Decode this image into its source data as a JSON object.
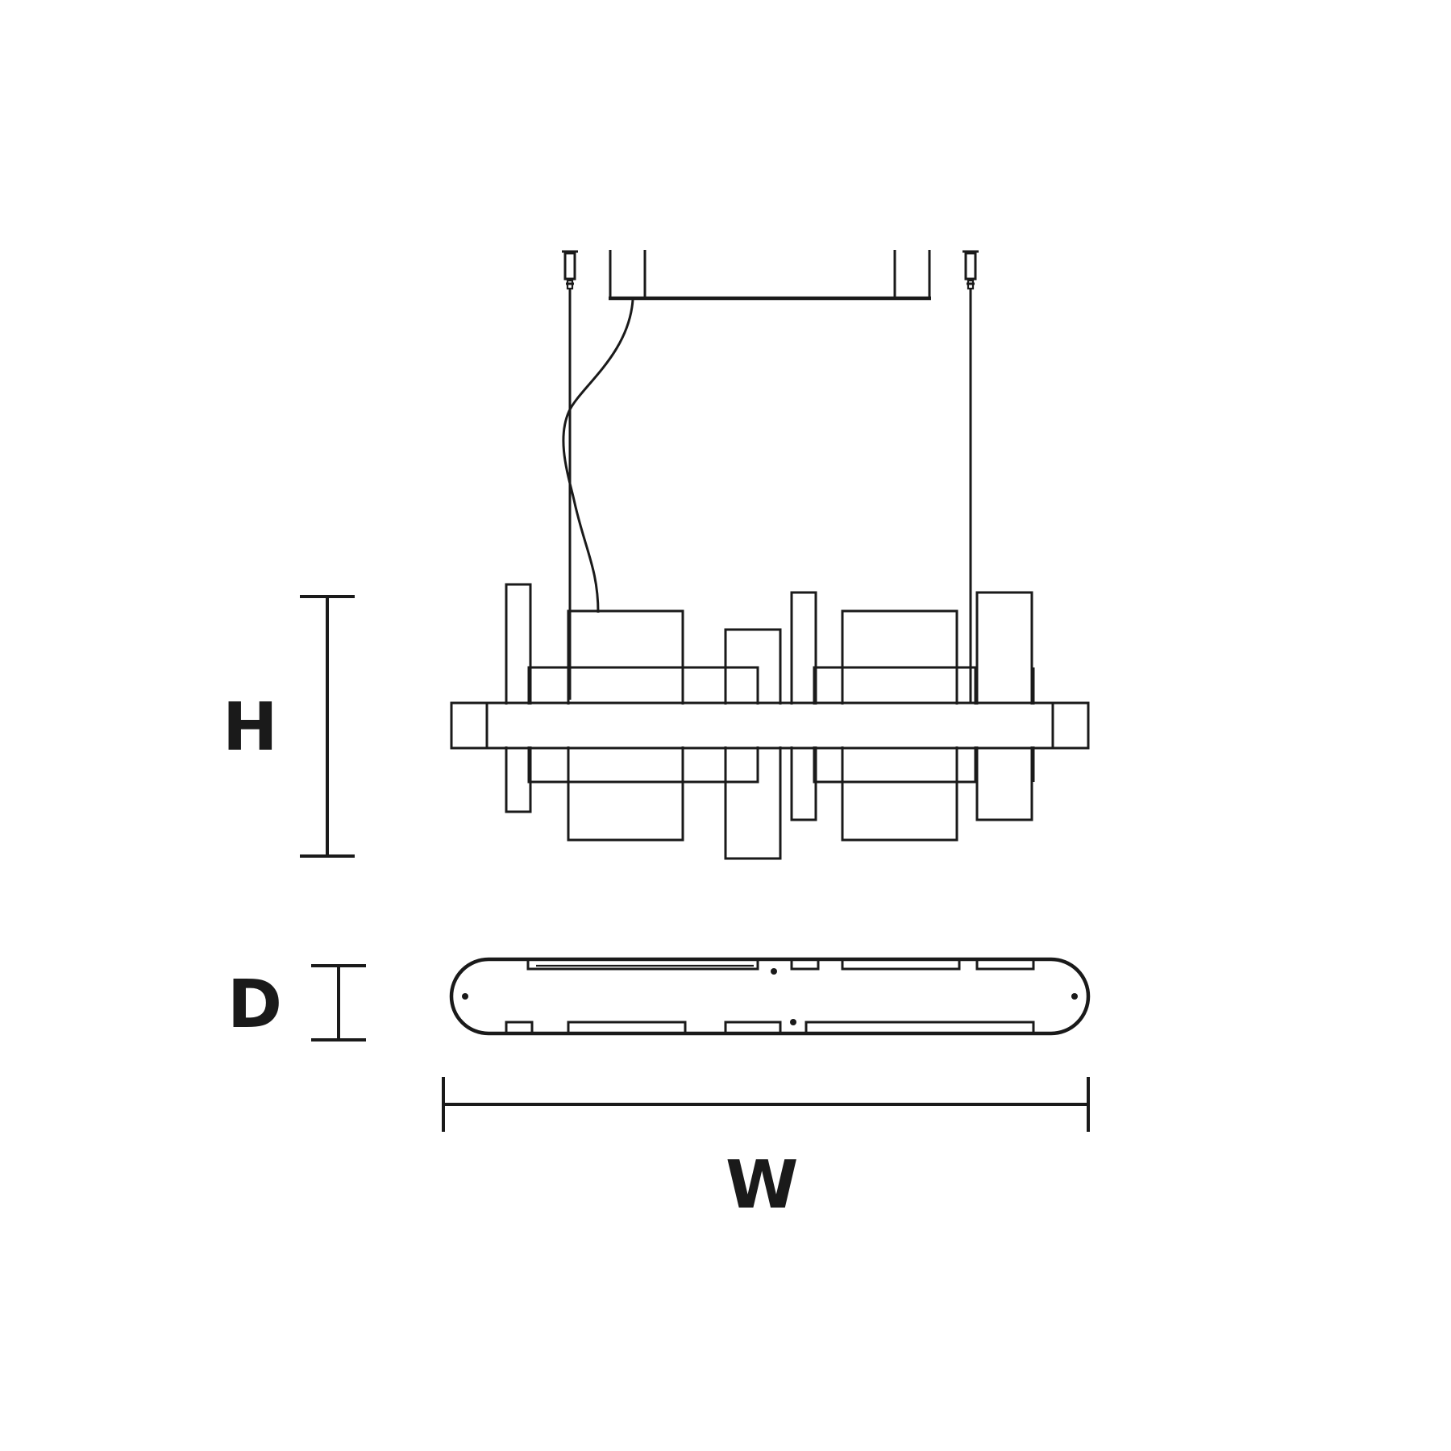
{
  "dimensions": {
    "height_label": "H",
    "depth_label": "D",
    "width_label": "W"
  },
  "colors": {
    "line": "#1a1a1a",
    "background": "#ffffff"
  }
}
